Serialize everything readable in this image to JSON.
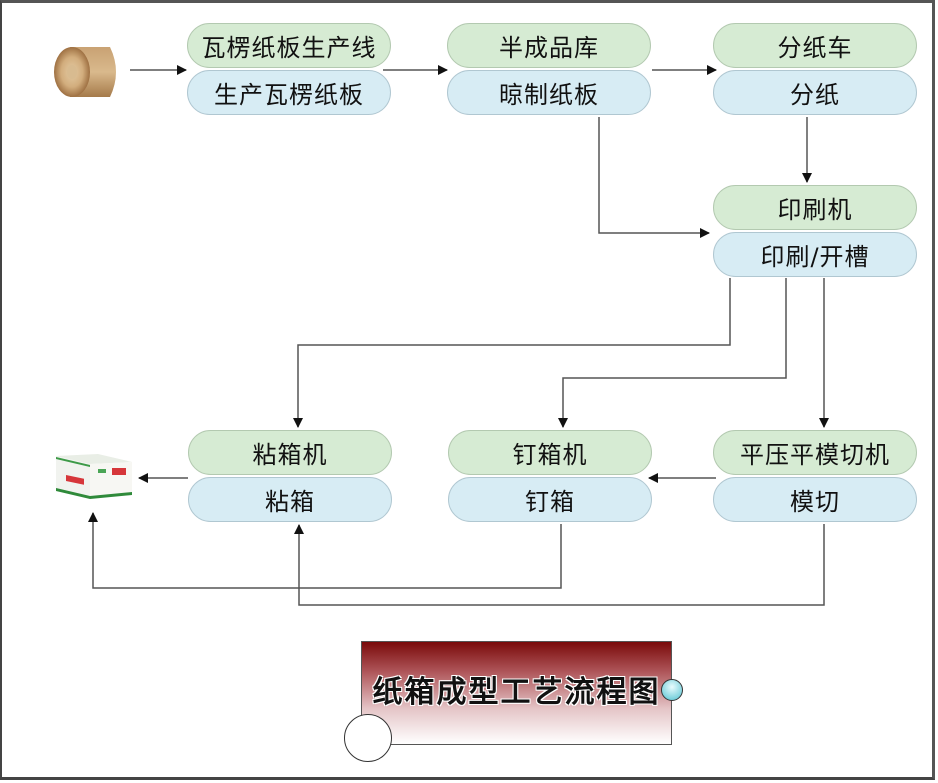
{
  "diagram": {
    "title": "纸箱成型工艺流程图",
    "colors": {
      "machine_fill": "#d6ebd3",
      "process_fill": "#d7ecf4",
      "connector": "#555555",
      "title_gradient_top": "#7a0a0a",
      "title_gradient_bottom": "#ffffff",
      "accent_dot": "#7fd3de"
    },
    "start_item": {
      "name": "paper-roll",
      "icon": "paper-roll-image"
    },
    "end_item": {
      "name": "finished-carton",
      "icon": "carton-box-image"
    },
    "nodes": [
      {
        "id": "corrugator",
        "machine": "瓦楞纸板生产线",
        "process": "生产瓦楞纸板"
      },
      {
        "id": "semi-warehouse",
        "machine": "半成品库",
        "process": "晾制纸板"
      },
      {
        "id": "slitter",
        "machine": "分纸车",
        "process": "分纸"
      },
      {
        "id": "printer",
        "machine": "印刷机",
        "process": "印刷/开槽"
      },
      {
        "id": "gluer",
        "machine": "粘箱机",
        "process": "粘箱"
      },
      {
        "id": "stitcher",
        "machine": "钉箱机",
        "process": "钉箱"
      },
      {
        "id": "die-cutter",
        "machine": "平压平模切机",
        "process": "模切"
      }
    ],
    "edges": [
      [
        "paper-roll",
        "corrugator"
      ],
      [
        "corrugator",
        "semi-warehouse"
      ],
      [
        "semi-warehouse",
        "slitter"
      ],
      [
        "slitter",
        "printer"
      ],
      [
        "semi-warehouse",
        "printer"
      ],
      [
        "printer",
        "gluer"
      ],
      [
        "printer",
        "stitcher"
      ],
      [
        "printer",
        "die-cutter"
      ],
      [
        "die-cutter",
        "stitcher"
      ],
      [
        "gluer",
        "finished-carton"
      ],
      [
        "stitcher",
        "finished-carton"
      ],
      [
        "die-cutter",
        "gluer"
      ]
    ]
  }
}
